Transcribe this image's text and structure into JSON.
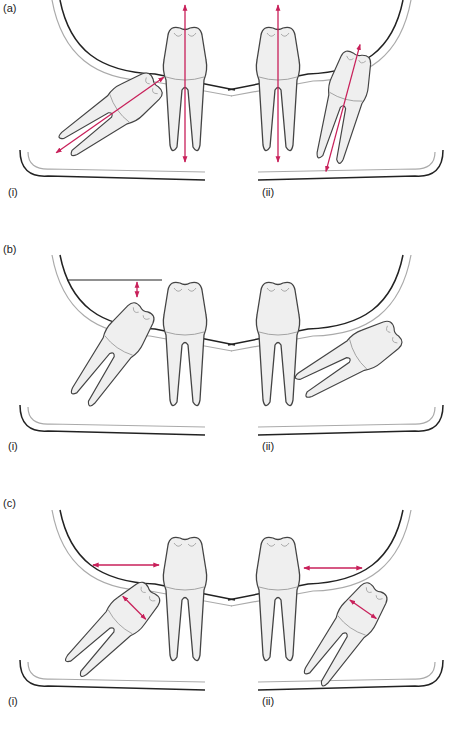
{
  "diagram": {
    "labels": [
      "(a)",
      "(i)",
      "(ii)",
      "(b)",
      "(i)",
      "(ii)",
      "(c)",
      "(i)",
      "(ii)"
    ]
  }
}
